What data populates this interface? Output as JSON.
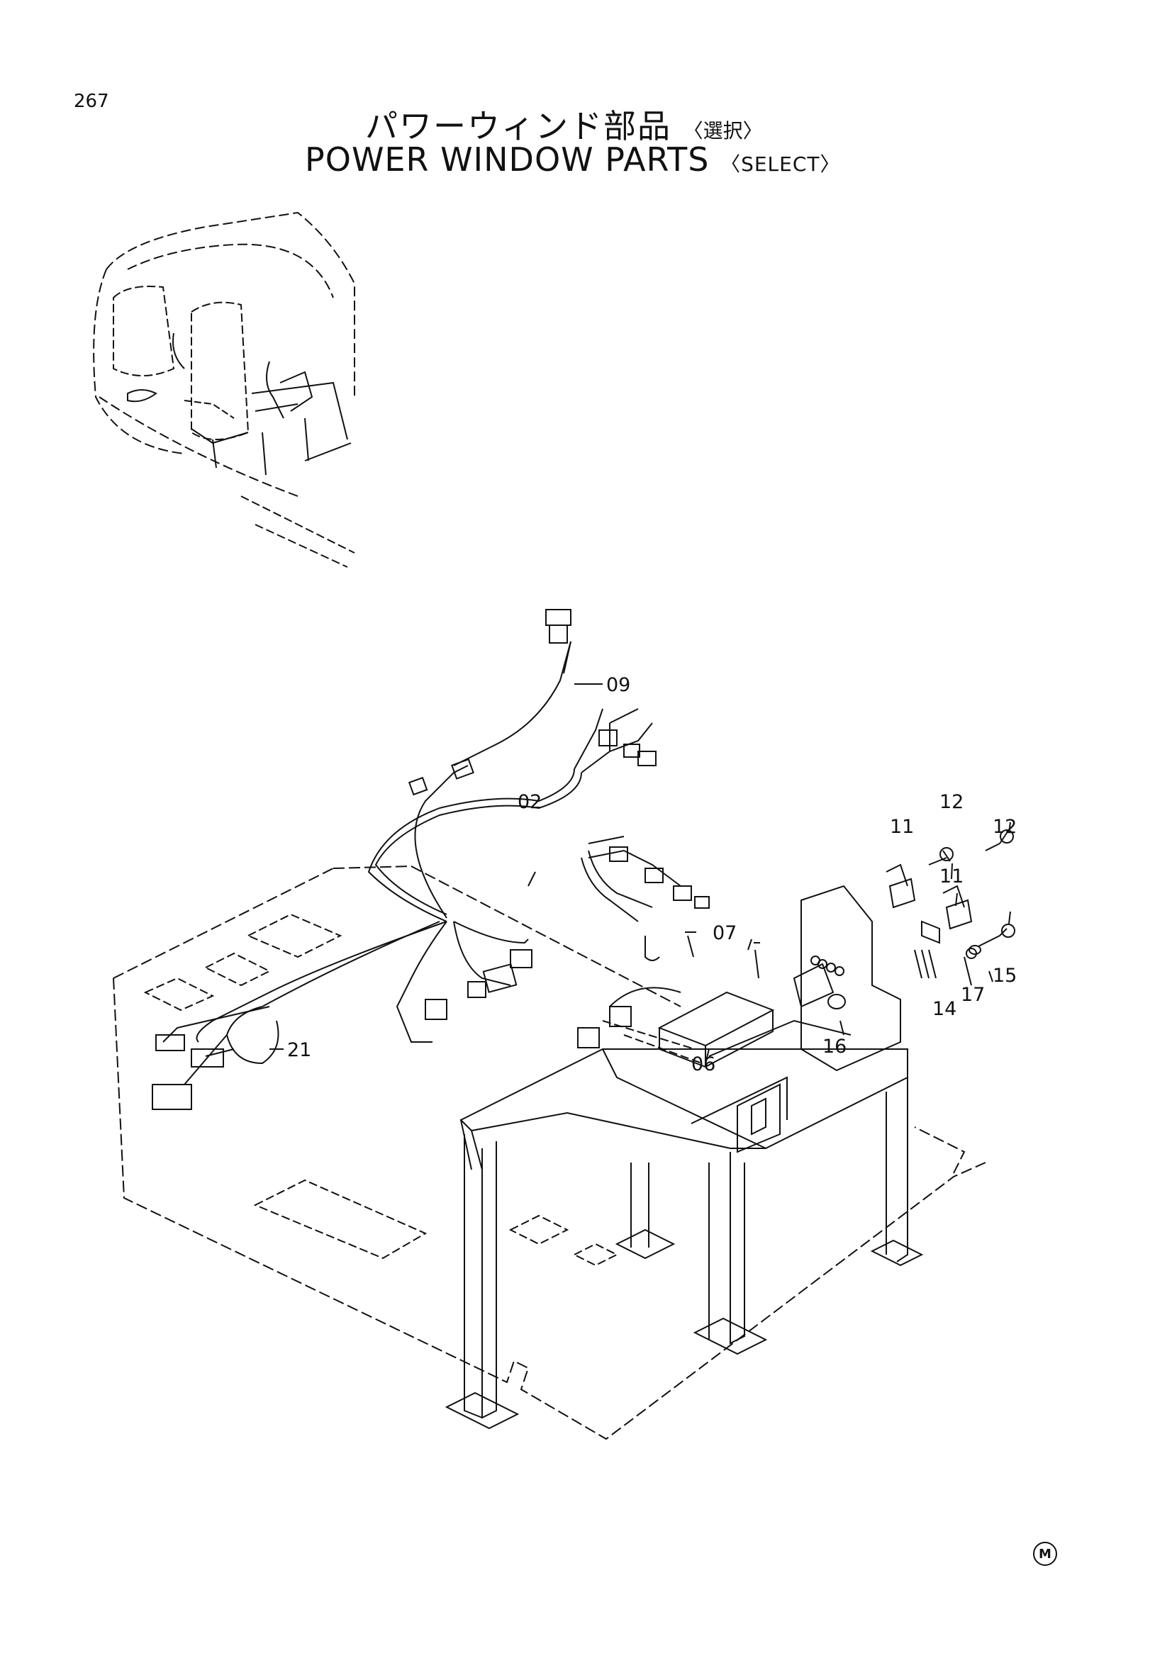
{
  "page_number": "267",
  "title": {
    "jp": "パワーウィンド部品",
    "jp_select": "〈選択〉",
    "en": "POWER WINDOW PARTS",
    "en_select": "〈SELECT〉"
  },
  "callouts": [
    "09",
    "02",
    "12",
    "11",
    "12",
    "11",
    "07",
    "15",
    "17",
    "14",
    "16",
    "06",
    "21"
  ],
  "corner_mark": "M"
}
